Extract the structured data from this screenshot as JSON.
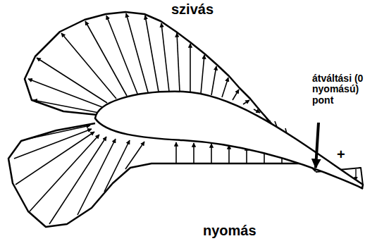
{
  "diagram": {
    "labels": [
      "szivás",
      "átváltási (0 nyomású) pont",
      "+",
      "nyomás"
    ]
  }
}
